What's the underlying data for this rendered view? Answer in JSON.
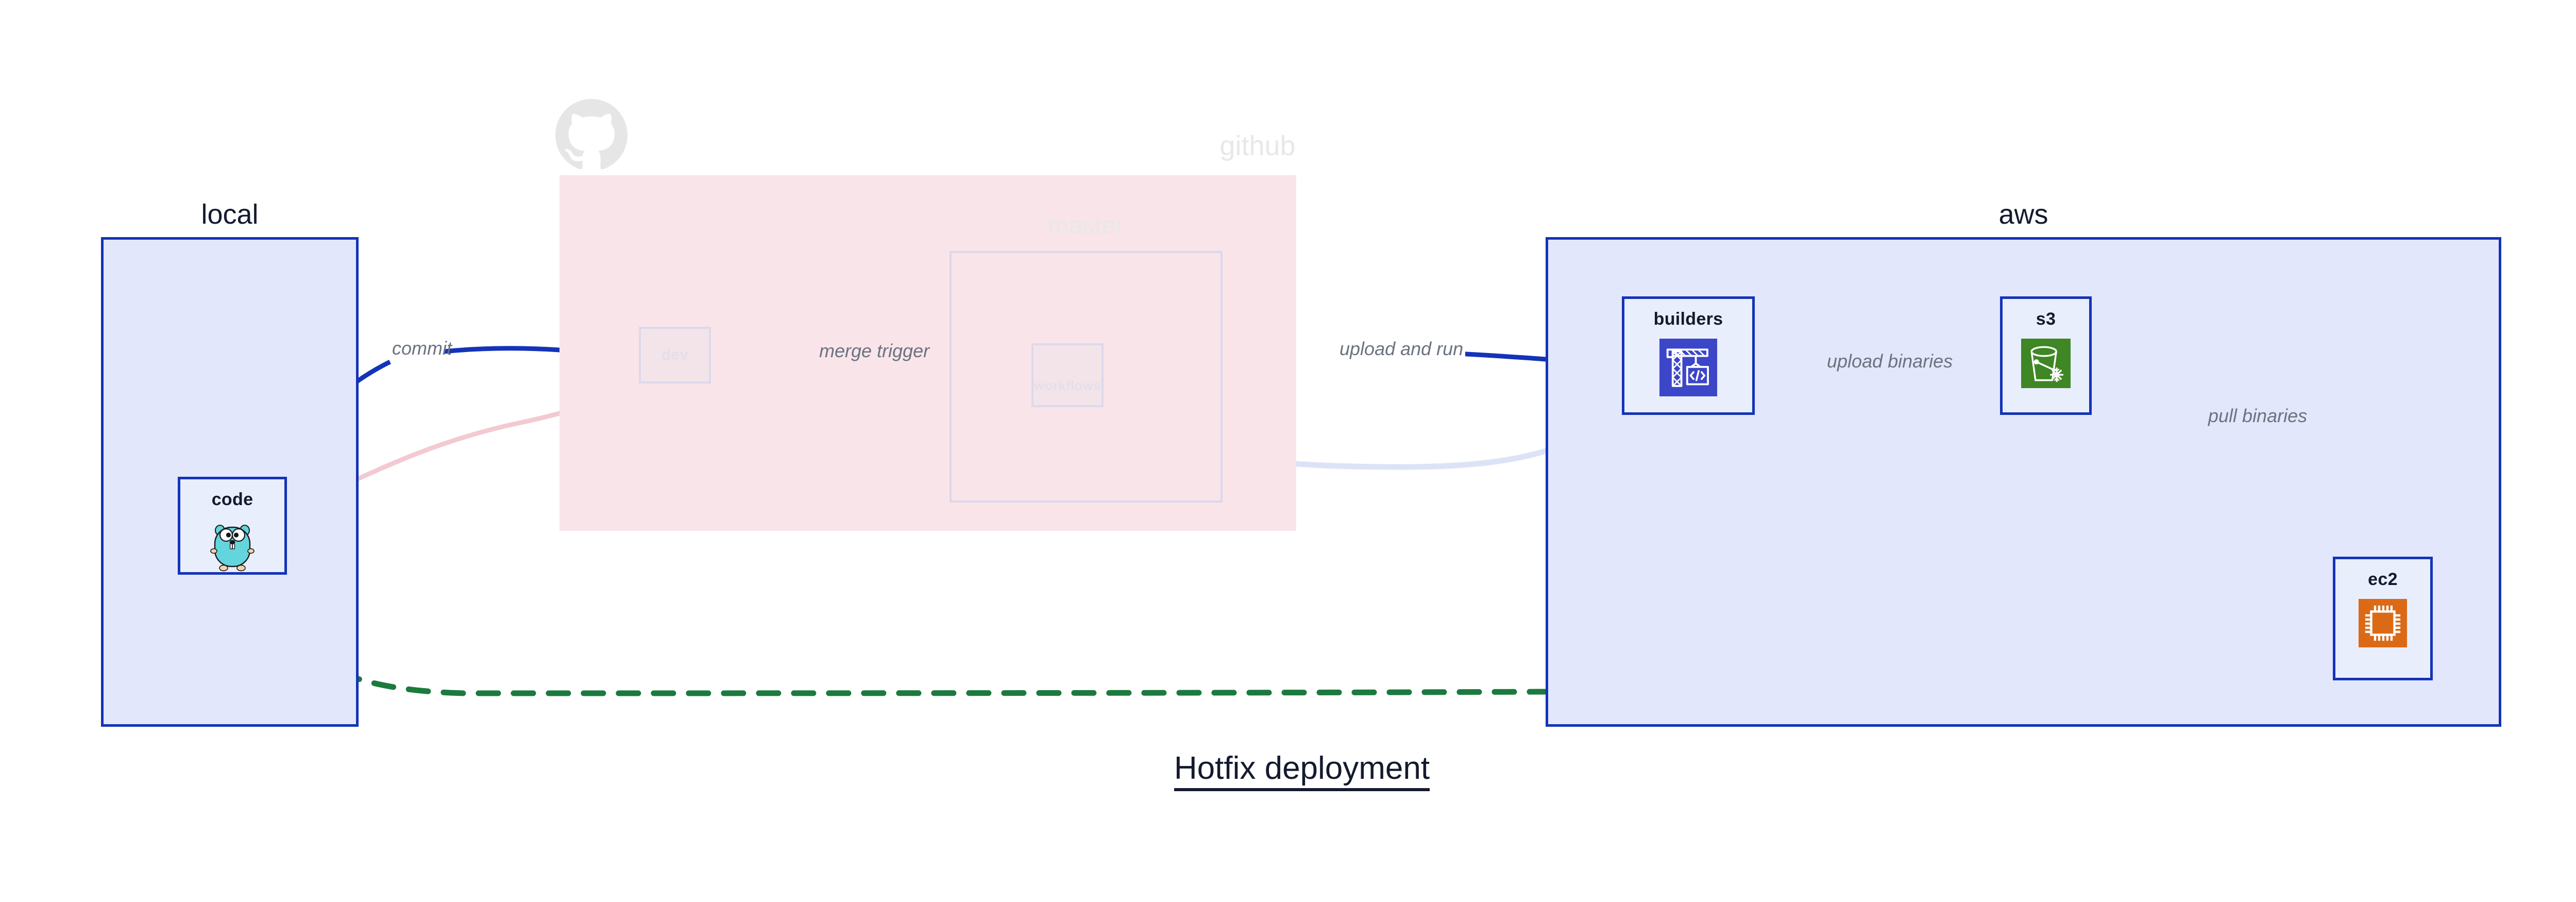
{
  "diagram": {
    "title": "Hotfix deployment",
    "colors": {
      "node_border": "#1433b8",
      "node_fill": "#e9eefc",
      "group_local_fill": "#e2e7fb",
      "group_aws_fill": "#e2e7fb",
      "group_github_fill": "#f9e5e9",
      "edge_primary": "#1433b8",
      "edge_hotfix": "#1b7a3e",
      "edge_label_text": "#6b7280",
      "faded_text": "#e8e8e8",
      "builders_icon_bg": "#3c46c8",
      "s3_icon_bg": "#3f8624",
      "ec2_icon_bg": "#db6a16",
      "gopher_body": "#63d5dd"
    },
    "groups": [
      {
        "id": "local",
        "label": "local",
        "faded": false
      },
      {
        "id": "github",
        "label": "github",
        "faded": true
      },
      {
        "id": "master",
        "label": "master",
        "faded": true
      },
      {
        "id": "aws",
        "label": "aws",
        "faded": false
      }
    ],
    "nodes": [
      {
        "id": "code",
        "label": "code",
        "icon": "go-gopher-icon",
        "faded": false
      },
      {
        "id": "dev",
        "label": "dev",
        "icon": null,
        "faded": true
      },
      {
        "id": "workflows",
        "label": "workflows",
        "icon": null,
        "faded": true
      },
      {
        "id": "builders",
        "label": "builders",
        "icon": "crane-code-icon",
        "faded": false
      },
      {
        "id": "s3",
        "label": "s3",
        "icon": "s3-bucket-icon",
        "faded": false
      },
      {
        "id": "ec2",
        "label": "ec2",
        "icon": "cpu-chip-icon",
        "faded": false
      }
    ],
    "edges": [
      {
        "id": "commit",
        "from": "code",
        "to": "dev",
        "label": "commit",
        "style": "solid",
        "color": "#1433b8",
        "faded": false
      },
      {
        "id": "merge-trigger",
        "from": "dev",
        "to": "workflows",
        "label": "merge trigger",
        "style": "solid",
        "color": "#1433b8",
        "faded": false
      },
      {
        "id": "upload-and-run",
        "from": "workflows",
        "to": "builders",
        "label": "upload and run",
        "style": "solid",
        "color": "#1433b8",
        "faded": false
      },
      {
        "id": "upload-binaries",
        "from": "builders",
        "to": "s3",
        "label": "upload binaries",
        "style": "solid",
        "color": "#1433b8",
        "faded": false
      },
      {
        "id": "pull-binaries",
        "from": "s3",
        "to": "ec2",
        "label": "pull binaries",
        "style": "solid",
        "color": "#1433b8",
        "faded": false
      },
      {
        "id": "hotfix",
        "from": "code",
        "to": "ec2",
        "label": "",
        "style": "dashed",
        "color": "#1b7a3e",
        "faded": false
      },
      {
        "id": "ghost-code-dev",
        "from": "code",
        "to": "dev",
        "label": "",
        "style": "solid",
        "color": "#f3c9d2",
        "faded": true
      },
      {
        "id": "ghost-dev-wf",
        "from": "dev",
        "to": "workflows",
        "label": "",
        "style": "solid",
        "color": "#e3dff0",
        "faded": true
      },
      {
        "id": "ghost-wf-build",
        "from": "workflows",
        "to": "builders",
        "label": "",
        "style": "solid",
        "color": "#dde3f7",
        "faded": true
      }
    ]
  }
}
